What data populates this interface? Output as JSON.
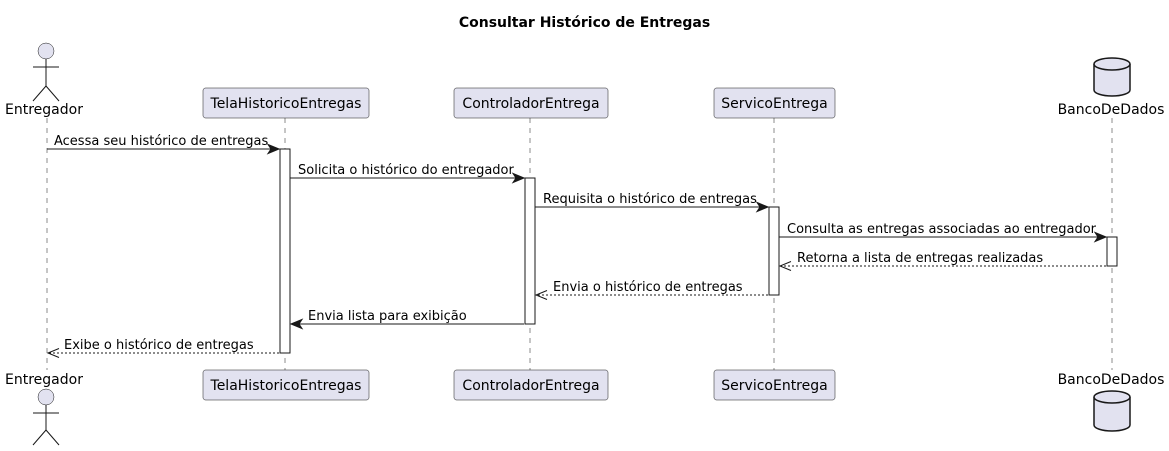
{
  "diagram": {
    "title": "Consultar Histórico de Entregas",
    "participants": [
      {
        "id": "entregador",
        "label": "Entregador",
        "kind": "actor"
      },
      {
        "id": "tela",
        "label": "TelaHistoricoEntregas",
        "kind": "participant"
      },
      {
        "id": "controlador",
        "label": "ControladorEntrega",
        "kind": "participant"
      },
      {
        "id": "servico",
        "label": "ServicoEntrega",
        "kind": "participant"
      },
      {
        "id": "banco",
        "label": "BancoDeDados",
        "kind": "database"
      }
    ],
    "messages": [
      {
        "from": "entregador",
        "to": "tela",
        "text": "Acessa seu histórico de entregas",
        "type": "sync"
      },
      {
        "from": "tela",
        "to": "controlador",
        "text": "Solicita o histórico do entregador",
        "type": "sync"
      },
      {
        "from": "controlador",
        "to": "servico",
        "text": "Requisita o histórico de entregas",
        "type": "sync"
      },
      {
        "from": "servico",
        "to": "banco",
        "text": "Consulta as entregas associadas ao entregador",
        "type": "sync"
      },
      {
        "from": "banco",
        "to": "servico",
        "text": "Retorna a lista de entregas realizadas",
        "type": "return"
      },
      {
        "from": "servico",
        "to": "controlador",
        "text": "Envia o histórico de entregas",
        "type": "return"
      },
      {
        "from": "controlador",
        "to": "tela",
        "text": "Envia lista para exibição",
        "type": "sync"
      },
      {
        "from": "tela",
        "to": "entregador",
        "text": "Exibe o histórico de entregas",
        "type": "return"
      }
    ]
  },
  "colors": {
    "participant_fill": "#E2E2F0",
    "line": "#181818",
    "background": "#FFFFFF"
  }
}
